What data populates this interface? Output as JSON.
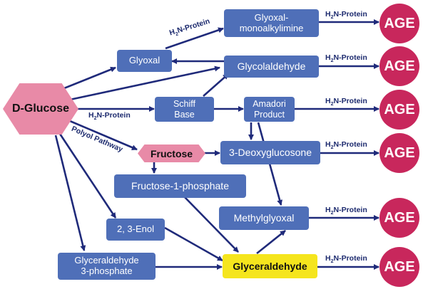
{
  "colors": {
    "box": "#4f6fb8",
    "arrow": "#1f2a7a",
    "age": "#c8275c",
    "pink": "#e88aa7",
    "yellow": "#f5e51d"
  },
  "nodes": {
    "d_glucose": "D-Glucose",
    "glyoxal": "Glyoxal",
    "glyoxal_mono": [
      "Glyoxal-",
      "monoalkylimine"
    ],
    "glycolaldehyde": "Glycolaldehyde",
    "schiff_base": [
      "Schiff",
      "Base"
    ],
    "amadori": [
      "Amadori",
      "Product"
    ],
    "fructose": "Fructose",
    "deoxyglucosone": "3-Deoxyglucosone",
    "fructose_1p": "Fructose-1-phosphate",
    "enol": "2, 3-Enol",
    "methylglyoxal": "Methylglyoxal",
    "g3p": [
      "Glyceraldehyde",
      "3-phosphate"
    ],
    "glyceraldehyde": "Glyceraldehyde"
  },
  "age_label": "AGE",
  "edge_labels": {
    "h2n_prefix": "H",
    "h2n_sub": "2",
    "h2n_suffix": "N-Protein",
    "polyol": "Polyol Pathway"
  }
}
